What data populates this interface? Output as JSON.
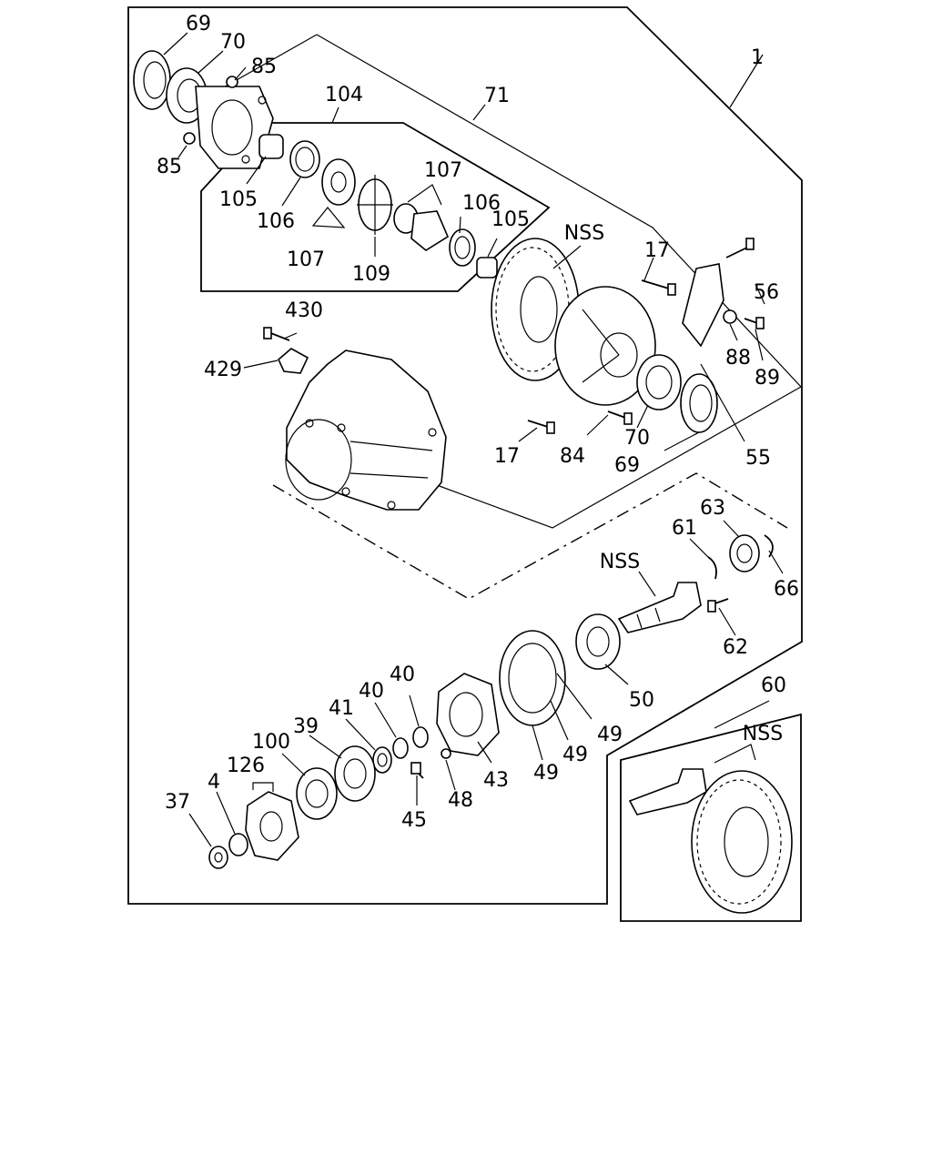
{
  "callouts": {
    "c1": "1",
    "c4": "4",
    "c17a": "17",
    "c17b": "17",
    "c37": "37",
    "c39": "39",
    "c40a": "40",
    "c40b": "40",
    "c41": "41",
    "c43": "43",
    "c45": "45",
    "c48": "48",
    "c49a": "49",
    "c49b": "49",
    "c49c": "49",
    "c50": "50",
    "c55": "55",
    "c56": "56",
    "c60": "60",
    "c61": "61",
    "c62": "62",
    "c63": "63",
    "c66": "66",
    "c69a": "69",
    "c69b": "69",
    "c70a": "70",
    "c70b": "70",
    "c71": "71",
    "c84": "84",
    "c85a": "85",
    "c85b": "85",
    "c88": "88",
    "c89": "89",
    "c100": "100",
    "c104": "104",
    "c105a": "105",
    "c105b": "105",
    "c106a": "106",
    "c106b": "106",
    "c107a": "107",
    "c107b": "107",
    "c109": "109",
    "c126": "126",
    "c429": "429",
    "c430": "430",
    "nssA": "NSS",
    "nssB": "NSS",
    "nssC": "NSS"
  }
}
